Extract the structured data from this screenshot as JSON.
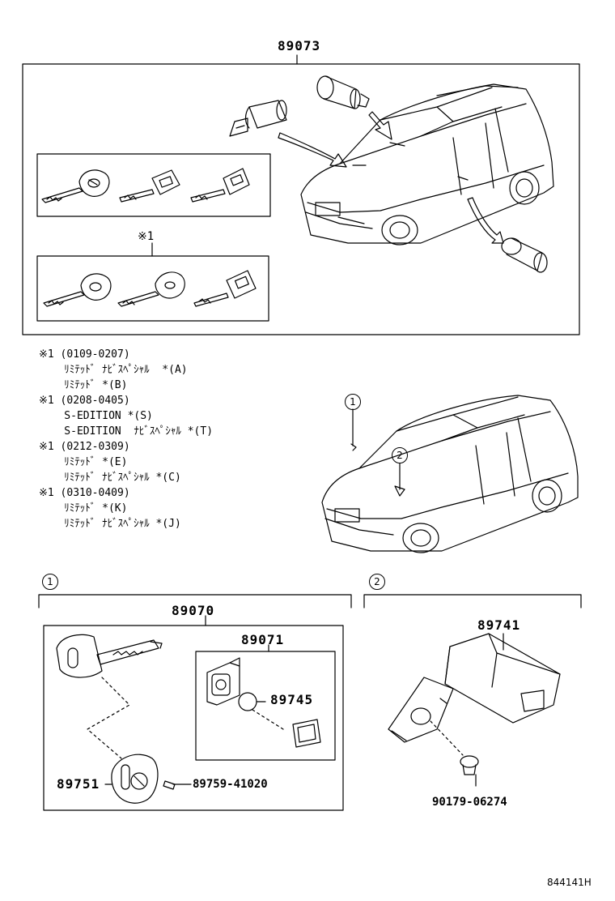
{
  "top_assembly": {
    "part_no": "89073",
    "note_marker": "※1"
  },
  "notes": [
    "※1 (0109-0207)",
    "    ﾘﾐﾃｯﾄﾞ ﾅﾋﾞｽﾍﾟｼｬﾙ  *(A)",
    "    ﾘﾐﾃｯﾄﾞ *(B)",
    "※1 (0208-0405)",
    "    S-EDITION *(S)",
    "    S-EDITION  ﾅﾋﾞｽﾍﾟｼｬﾙ *(T)",
    "※1 (0212-0309)",
    "    ﾘﾐﾃｯﾄﾞ *(E)",
    "    ﾘﾐﾃｯﾄﾞ ﾅﾋﾞｽﾍﾟｼｬﾙ *(C)",
    "※1 (0310-0409)",
    "    ﾘﾐﾃｯﾄﾞ *(K)",
    "    ﾘﾐﾃｯﾄﾞ ﾅﾋﾞｽﾍﾟｼｬﾙ *(J)"
  ],
  "callouts": {
    "one": "1",
    "two": "2"
  },
  "section1": {
    "marker": "1",
    "assembly": "89070",
    "sub_assembly": "89071",
    "parts": {
      "transponder": "89745",
      "key_head": "89751",
      "screw": "89759-41020"
    }
  },
  "section2": {
    "marker": "2",
    "module": "89741",
    "clip": "90179-06274"
  },
  "diagram_code": "844141H"
}
